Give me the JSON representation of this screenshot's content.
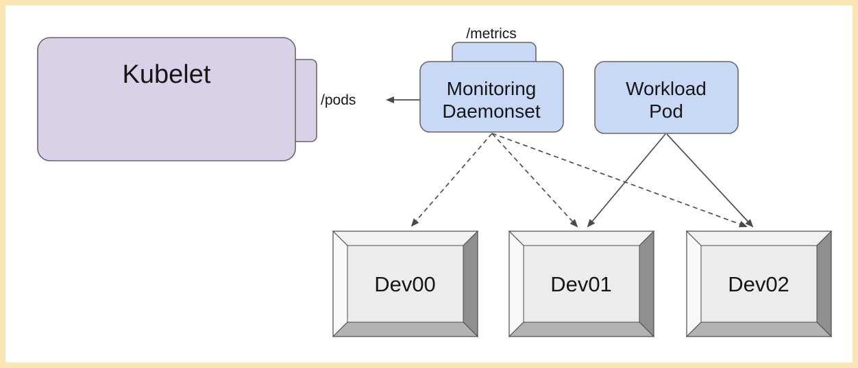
{
  "frame": {
    "border_color": "#f9e6b3",
    "background": "#ffffff"
  },
  "colors": {
    "node_purple": "#d8d1e7",
    "node_blue": "#c8d9f6",
    "arrow": "#4d4d4d",
    "device_face": "#ececec",
    "device_bevel_top": "#f1f1f1",
    "device_bevel_left": "#f8f8f8",
    "device_bevel_right": "#8f8f8f",
    "device_bevel_bottom": "#b3b3b3",
    "text": "#161616"
  },
  "nodes": {
    "kubelet": {
      "label": "Kubelet",
      "endpoint_label": "/pods"
    },
    "monitoring_daemonset": {
      "label_line1": "Monitoring",
      "label_line2": "Daemonset",
      "endpoint_label": "/metrics"
    },
    "workload_pod": {
      "label_line1": "Workload",
      "label_line2": "Pod"
    },
    "devices": [
      {
        "label": "Dev00"
      },
      {
        "label": "Dev01"
      },
      {
        "label": "Dev02"
      }
    ]
  },
  "edges": [
    {
      "from": "monitoring-daemonset",
      "to": "kubelet-pods-endpoint",
      "style": "solid-arrow"
    },
    {
      "from": "monitoring-daemonset",
      "to": "dev00",
      "style": "dashed-arrow"
    },
    {
      "from": "monitoring-daemonset",
      "to": "dev01",
      "style": "dashed-arrow"
    },
    {
      "from": "monitoring-daemonset",
      "to": "dev02",
      "style": "dashed-arrow"
    },
    {
      "from": "workload-pod",
      "to": "dev01",
      "style": "solid-arrow"
    },
    {
      "from": "workload-pod",
      "to": "dev02",
      "style": "solid-arrow"
    }
  ]
}
